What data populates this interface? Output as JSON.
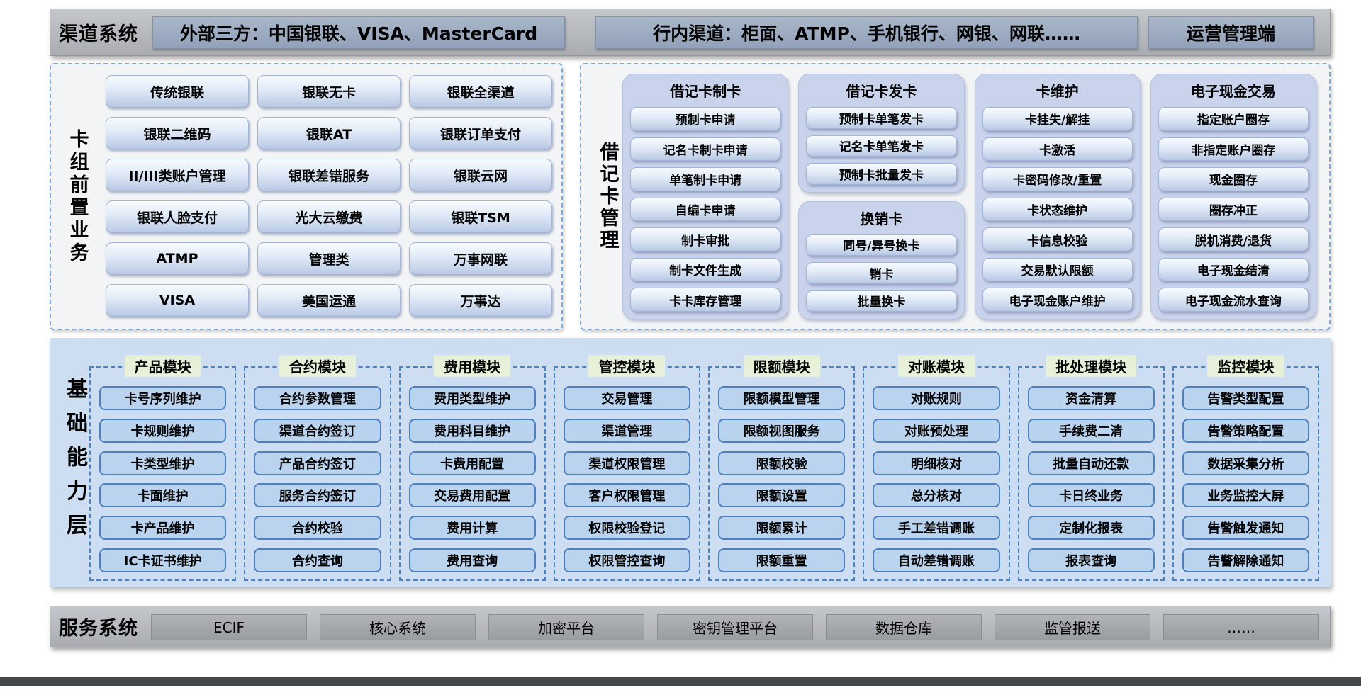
{
  "palette": {
    "bar_gray": "#aeb1b6",
    "bar_button_gray_blue": "#9cabc2",
    "panel_bg": "#f3f4f6",
    "panel_dashed_border": "#7fa8da",
    "glossy_button_blue": "#c4d3ea",
    "debit_group_bg": "#c9d3eb",
    "capability_panel_bg": "#cddef2",
    "module_dashed_border": "#4a82c6",
    "module_title_bg": "#e7f0d8",
    "module_button_bg": "#bad4f0",
    "module_button_border": "#4d80c0",
    "bottom_strip": "#46474b"
  },
  "channel_bar": {
    "label": "渠道系统",
    "buttons": [
      "外部三方：中国银联、VISA、MasterCard",
      "行内渠道：柜面、ATMP、手机银行、网银、网联……",
      "运营管理端"
    ]
  },
  "card_front": {
    "label": "卡组前置业务",
    "items": [
      "传统银联",
      "银联无卡",
      "银联全渠道",
      "银联二维码",
      "银联AT",
      "银联订单支付",
      "II/III类账户管理",
      "银联差错服务",
      "银联云网",
      "银联人脸支付",
      "光大云缴费",
      "银联TSM",
      "ATMP",
      "管理类",
      "万事网联",
      "VISA",
      "美国运通",
      "万事达"
    ]
  },
  "debit_card": {
    "label": "借记卡管理",
    "groups": [
      {
        "title": "借记卡制卡",
        "items": [
          "预制卡申请",
          "记名卡制卡申请",
          "单笔制卡申请",
          "自编卡申请",
          "制卡审批",
          "制卡文件生成",
          "卡卡库存管理"
        ]
      },
      {
        "title": "借记卡发卡",
        "items": [
          "预制卡单笔发卡",
          "记名卡单笔发卡",
          "预制卡批量发卡"
        ]
      },
      {
        "title": "换销卡",
        "items": [
          "同号/异号换卡",
          "销卡",
          "批量换卡"
        ]
      },
      {
        "title": "卡维护",
        "items": [
          "卡挂失/解挂",
          "卡激活",
          "卡密码修改/重置",
          "卡状态维护",
          "卡信息校验",
          "交易默认限额",
          "电子现金账户维护"
        ]
      },
      {
        "title": "电子现金交易",
        "items": [
          "指定账户圈存",
          "非指定账户圈存",
          "现金圈存",
          "圈存冲正",
          "脱机消费/退货",
          "电子现金结清",
          "电子现金流水查询"
        ]
      }
    ]
  },
  "capability_layer": {
    "label": "基础能力层",
    "modules": [
      {
        "title": "产品模块",
        "items": [
          "卡号序列维护",
          "卡规则维护",
          "卡类型维护",
          "卡面维护",
          "卡产品维护",
          "IC卡证书维护"
        ]
      },
      {
        "title": "合约模块",
        "items": [
          "合约参数管理",
          "渠道合约签订",
          "产品合约签订",
          "服务合约签订",
          "合约校验",
          "合约查询"
        ]
      },
      {
        "title": "费用模块",
        "items": [
          "费用类型维护",
          "费用科目维护",
          "卡费用配置",
          "交易费用配置",
          "费用计算",
          "费用查询"
        ]
      },
      {
        "title": "管控模块",
        "items": [
          "交易管理",
          "渠道管理",
          "渠道权限管理",
          "客户权限管理",
          "权限校验登记",
          "权限管控查询"
        ]
      },
      {
        "title": "限额模块",
        "items": [
          "限额模型管理",
          "限额视图服务",
          "限额校验",
          "限额设置",
          "限额累计",
          "限额重置"
        ]
      },
      {
        "title": "对账模块",
        "items": [
          "对账规则",
          "对账预处理",
          "明细核对",
          "总分核对",
          "手工差错调账",
          "自动差错调账"
        ]
      },
      {
        "title": "批处理模块",
        "items": [
          "资金清算",
          "手续费二清",
          "批量自动还款",
          "卡日终业务",
          "定制化报表",
          "报表查询"
        ]
      },
      {
        "title": "监控模块",
        "items": [
          "告警类型配置",
          "告警策略配置",
          "数据采集分析",
          "业务监控大屏",
          "告警触发通知",
          "告警解除通知"
        ]
      }
    ]
  },
  "service_bar": {
    "label": "服务系统",
    "buttons": [
      "ECIF",
      "核心系统",
      "加密平台",
      "密钥管理平台",
      "数据仓库",
      "监管报送",
      "……"
    ]
  }
}
